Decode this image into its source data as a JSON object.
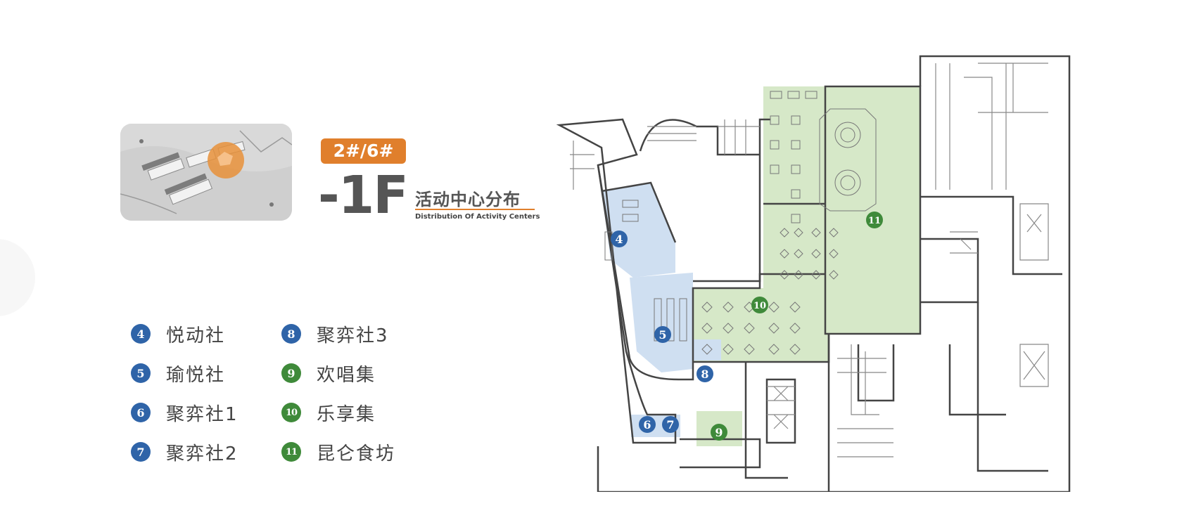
{
  "header": {
    "building": "2#/6#",
    "floor": "-1F",
    "title_cn": "活动中心分布",
    "title_en": "Distribution Of Activity Centers"
  },
  "colors": {
    "accent_orange": "#e07f2c",
    "blue_marker": "#2f64a8",
    "green_marker": "#3f8a3a",
    "blue_zone": "#cfdff1",
    "green_zone": "#d6e8c8",
    "text_gray": "#555555"
  },
  "legend": [
    {
      "num": "4",
      "label": "悦动社",
      "color": "blue"
    },
    {
      "num": "5",
      "label": "瑜悦社",
      "color": "blue"
    },
    {
      "num": "6",
      "label": "聚弈社1",
      "color": "blue"
    },
    {
      "num": "7",
      "label": "聚弈社2",
      "color": "blue"
    },
    {
      "num": "8",
      "label": "聚弈社3",
      "color": "blue"
    },
    {
      "num": "9",
      "label": "欢唱集",
      "color": "green"
    },
    {
      "num": "10",
      "label": "乐享集",
      "color": "green"
    },
    {
      "num": "11",
      "label": "昆仑食坊",
      "color": "green"
    }
  ],
  "plan_markers": [
    {
      "num": "4",
      "color": "blue"
    },
    {
      "num": "5",
      "color": "blue"
    },
    {
      "num": "6",
      "color": "blue"
    },
    {
      "num": "7",
      "color": "blue"
    },
    {
      "num": "8",
      "color": "blue"
    },
    {
      "num": "9",
      "color": "green"
    },
    {
      "num": "10",
      "color": "green"
    },
    {
      "num": "11",
      "color": "green"
    }
  ]
}
